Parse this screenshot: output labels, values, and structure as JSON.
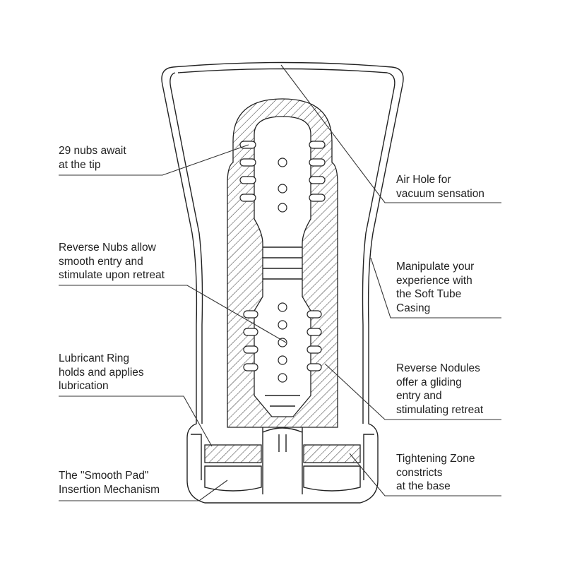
{
  "labels": {
    "nubs_tip": [
      "29 nubs await",
      "at the tip"
    ],
    "reverse_nubs": [
      "Reverse Nubs allow",
      "smooth entry and",
      "stimulate upon retreat"
    ],
    "lubricant_ring": [
      "Lubricant Ring",
      "holds and applies",
      "lubrication"
    ],
    "smooth_pad": [
      "The \"Smooth Pad\"",
      "Insertion Mechanism"
    ],
    "air_hole": [
      "Air Hole for",
      "vacuum sensation"
    ],
    "soft_tube": [
      "Manipulate your",
      "experience with",
      "the Soft Tube",
      "Casing"
    ],
    "reverse_nodules": [
      "Reverse Nodules",
      "offer a gliding",
      "entry and",
      "stimulating retreat"
    ],
    "tightening_zone": [
      "Tightening Zone",
      "constricts",
      "at the base"
    ]
  }
}
